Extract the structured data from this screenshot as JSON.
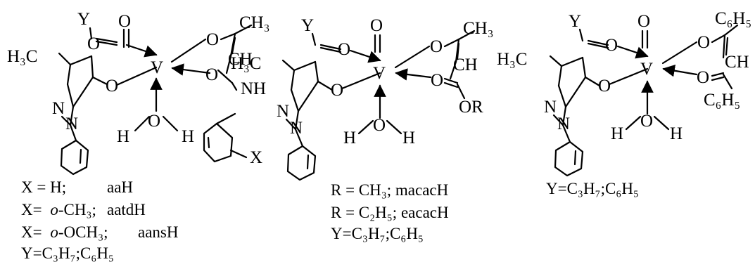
{
  "structure_1": {
    "atoms": {
      "h3c_left": "H₃C",
      "y_label": "Y",
      "o_top": "O",
      "o_carbonyl": "O",
      "o_pyrazolone": "O",
      "v_center": "V",
      "o_acac_top": "O",
      "ch3_top_right": "CH₃",
      "ch_right": "CH",
      "o_acac_bottom": "O",
      "n_pyrazole_1": "N",
      "n_pyrazole_2": "N",
      "o_water": "O",
      "h_water_left": "H",
      "h_water_right": "H",
      "nh": "NH",
      "x_sub": "X"
    },
    "legend": {
      "line1_label": "X = H;",
      "line1_code": "aaH",
      "line2_label": "X=",
      "line2_italic": "o",
      "line2_rest": "-CH₃;",
      "line2_code": "aatdH",
      "line3_label": "X=",
      "line3_italic": "o",
      "line3_rest": "-OCH₃;",
      "line3_code": "aansH",
      "line4": "Y=C₃H₇;C₆H₅"
    }
  },
  "structure_2": {
    "atoms": {
      "h3c_left": "H₃C",
      "y_label": "Y",
      "o_top": "O",
      "o_carbonyl": "O",
      "o_pyrazolone": "O",
      "v_center": "V",
      "o_acac_top": "O",
      "ch3_top_right": "CH₃",
      "ch_right": "CH",
      "o_acac_bottom": "O",
      "or_label": "OR",
      "n_pyrazole_1": "N",
      "n_pyrazole_2": "N",
      "o_water": "O",
      "h_water_left": "H",
      "h_water_right": "H"
    },
    "legend": {
      "line1": "R = CH₃; macacH",
      "line2": "R = C₂H₅; eacacH",
      "line3": "Y=C₃H₇;C₆H₅"
    }
  },
  "structure_3": {
    "atoms": {
      "h3c_left": "H₃C",
      "y_label": "Y",
      "o_top": "O",
      "o_carbonyl": "O",
      "o_pyrazolone": "O",
      "v_center": "V",
      "o_acac_top": "O",
      "c6h5_top_right": "C₆H₅",
      "ch_right": "CH",
      "o_acac_bottom": "O",
      "c6h5_bottom_right": "C₆H₅",
      "n_pyrazole_1": "N",
      "n_pyrazole_2": "N",
      "o_water": "O",
      "h_water_left": "H",
      "h_water_right": "H"
    },
    "legend": {
      "line1": "Y=C₃H₇;C₆H₅"
    }
  }
}
